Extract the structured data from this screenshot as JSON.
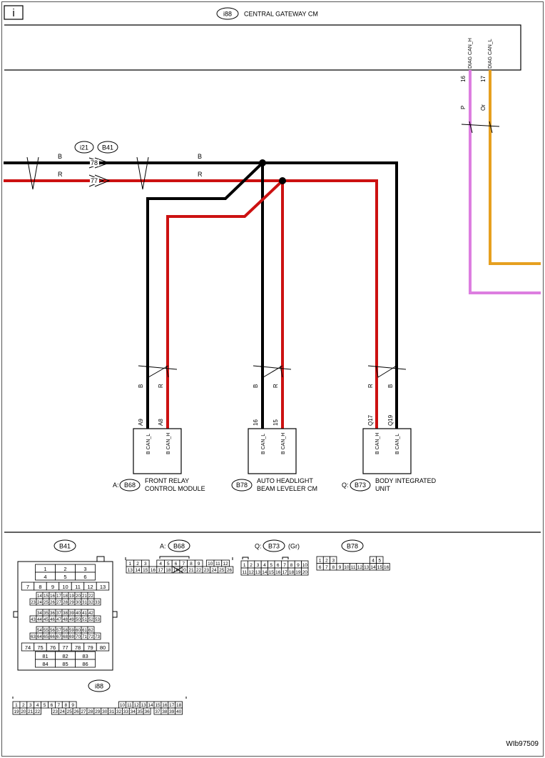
{
  "header": {
    "icon_letter": "i",
    "connector": "i88",
    "title": "CENTRAL GATEWAY CM",
    "pins": [
      {
        "label": "DIAG CAN_H",
        "num": "16",
        "color": "P"
      },
      {
        "label": "DIAG CAN_L",
        "num": "17",
        "color": "Or"
      }
    ]
  },
  "junction": {
    "left": "i21",
    "right": "B41",
    "pin_top": "78",
    "pin_bottom": "77"
  },
  "wires": {
    "black": "B",
    "red": "R",
    "pink": "P",
    "orange": "Or"
  },
  "colors": {
    "black": "#000000",
    "red": "#cc1111",
    "pink": "#dd7ee0",
    "orange": "#e6a020"
  },
  "modules": [
    {
      "prefix": "A:",
      "connector": "B68",
      "line1": "FRONT RELAY",
      "line2": "CONTROL MODULE",
      "pins": [
        {
          "num": "A9",
          "label": "B CAN_L",
          "color": "B"
        },
        {
          "num": "A8",
          "label": "B CAN_H",
          "color": "R"
        }
      ]
    },
    {
      "prefix": "",
      "connector": "B78",
      "line1": "AUTO HEADLIGHT",
      "line2": "BEAM LEVELER CM",
      "pins": [
        {
          "num": "16",
          "label": "B CAN_L",
          "color": "B"
        },
        {
          "num": "15",
          "label": "B CAN_H",
          "color": "R"
        }
      ]
    },
    {
      "prefix": "Q:",
      "connector": "B73",
      "line1": "BODY INTEGRATED",
      "line2": "UNIT",
      "pins": [
        {
          "num": "Q17",
          "label": "B CAN_H",
          "color": "R"
        },
        {
          "num": "Q19",
          "label": "B CAN_L",
          "color": "B"
        }
      ]
    }
  ],
  "connector_views": {
    "b41": {
      "label": "B41",
      "rows": [
        [
          "1",
          "2",
          "3"
        ],
        [
          "4",
          "5",
          "6"
        ],
        [
          "7",
          "8",
          "9",
          "10",
          "11",
          "12",
          "13"
        ],
        [
          "14",
          "15",
          "16",
          "17",
          "18",
          "19",
          "20",
          "21",
          "22"
        ],
        [
          "23",
          "24",
          "25",
          "26",
          "27",
          "28",
          "29",
          "30",
          "31",
          "32",
          "33"
        ],
        [
          "34",
          "35",
          "36",
          "37",
          "38",
          "39",
          "40",
          "41",
          "42"
        ],
        [
          "43",
          "44",
          "45",
          "46",
          "47",
          "48",
          "49",
          "50",
          "51",
          "52",
          "53"
        ],
        [
          "54",
          "55",
          "56",
          "57",
          "58",
          "59",
          "60",
          "61",
          "62"
        ],
        [
          "63",
          "64",
          "65",
          "66",
          "67",
          "68",
          "69",
          "70",
          "71",
          "72",
          "73"
        ],
        [
          "74",
          "75",
          "76",
          "77",
          "78",
          "79",
          "80"
        ],
        [
          "81",
          "82",
          "83"
        ],
        [
          "84",
          "85",
          "86"
        ]
      ]
    },
    "b68": {
      "prefix": "A:",
      "label": "B68",
      "top": [
        "1",
        "2",
        "3",
        "4",
        "5",
        "6",
        "7",
        "8",
        "9",
        "10",
        "11",
        "12"
      ],
      "bottom": [
        "13",
        "14",
        "15",
        "16",
        "17",
        "18",
        "19",
        "20",
        "21",
        "22",
        "23",
        "24",
        "25",
        "26"
      ]
    },
    "b73": {
      "prefix": "Q:",
      "label": "B73",
      "suffix": "(Gr)",
      "top": [
        "1",
        "2",
        "3",
        "4",
        "5",
        "6",
        "7",
        "8",
        "9",
        "10"
      ],
      "bottom": [
        "11",
        "12",
        "13",
        "14",
        "15",
        "16",
        "17",
        "18",
        "19",
        "20"
      ]
    },
    "b78": {
      "label": "B78",
      "top": [
        "1",
        "2",
        "3",
        "4",
        "5"
      ],
      "bottom": [
        "6",
        "7",
        "8",
        "9",
        "10",
        "11",
        "12",
        "13",
        "14",
        "15",
        "16"
      ]
    },
    "i88": {
      "label": "i88",
      "top": [
        "1",
        "2",
        "3",
        "4",
        "5",
        "6",
        "7",
        "8",
        "9",
        "10",
        "11",
        "12",
        "13",
        "14",
        "15",
        "16",
        "17",
        "18"
      ],
      "bottom": [
        "19",
        "20",
        "21",
        "22",
        "23",
        "24",
        "25",
        "26",
        "27",
        "28",
        "29",
        "30",
        "31",
        "32",
        "33",
        "34",
        "35",
        "36",
        "37",
        "38",
        "39",
        "40"
      ]
    }
  },
  "footer": {
    "code": "WIb97509"
  }
}
